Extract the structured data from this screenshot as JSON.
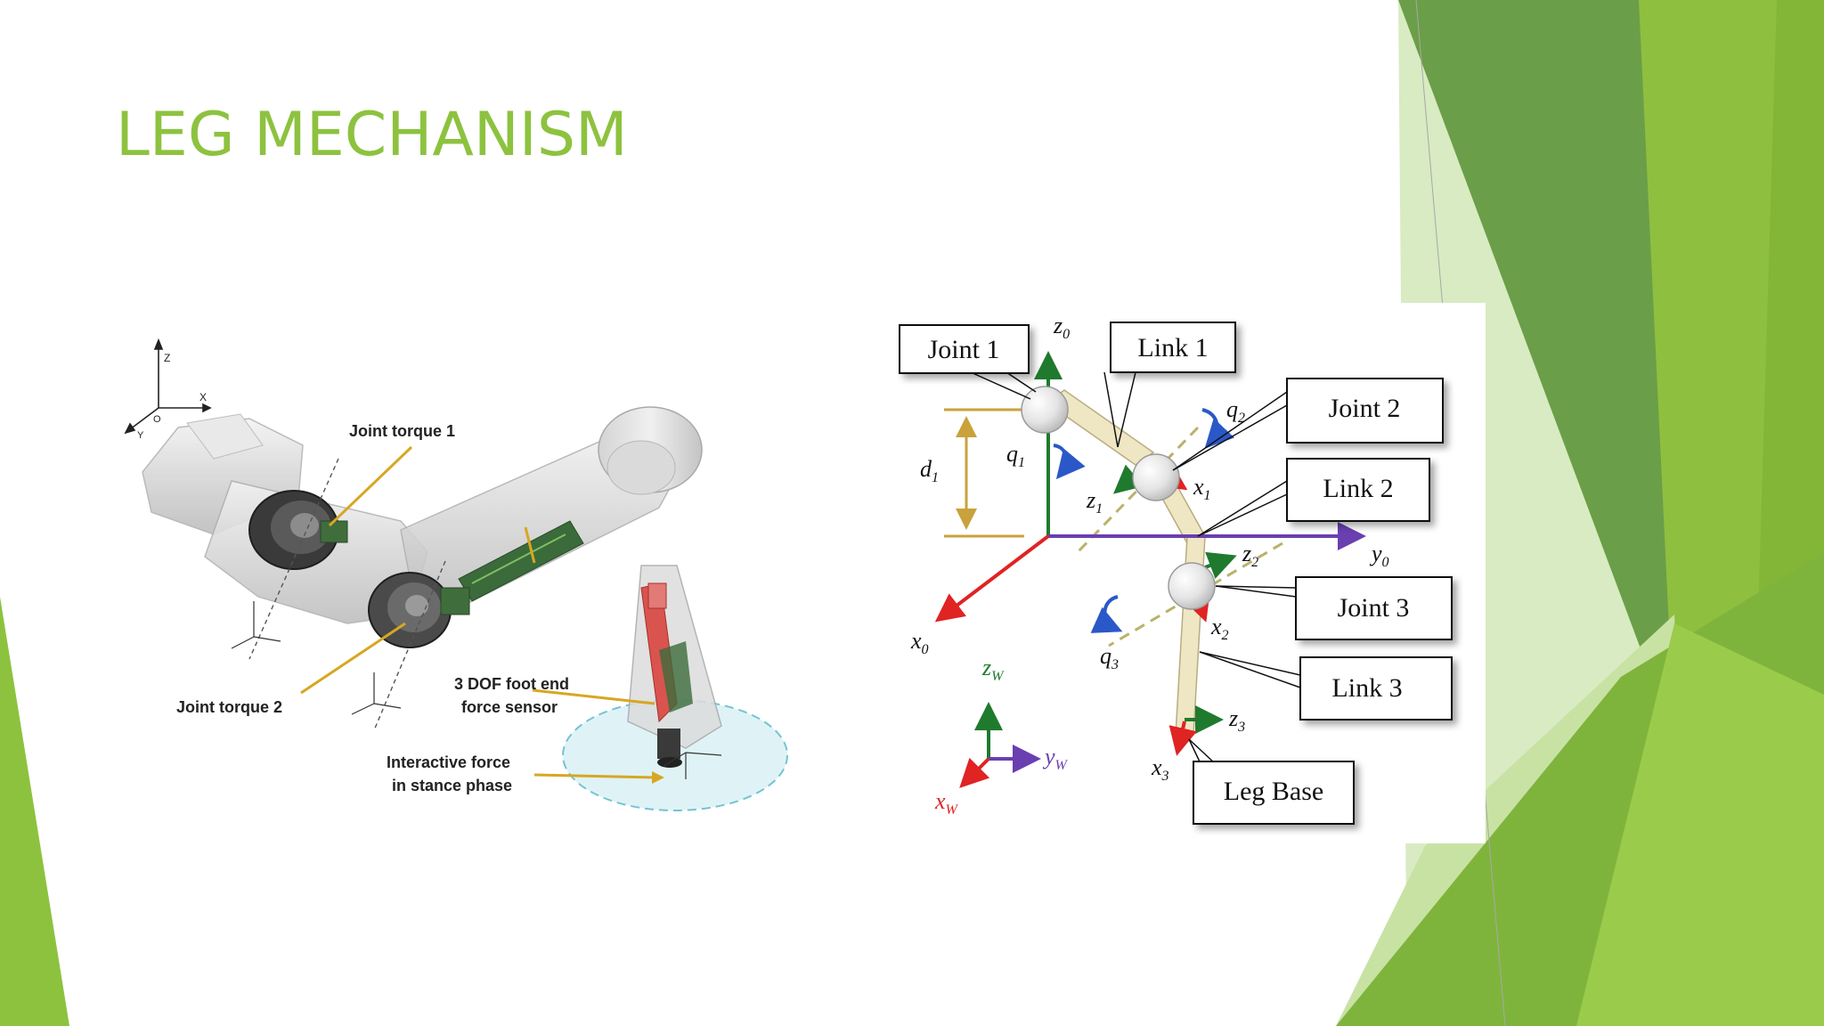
{
  "slide": {
    "title": "LEG MECHANISM"
  },
  "theme": {
    "accent": "#8dc23f",
    "dark_green": "#5f9a36",
    "mid_green": "#77b13b"
  },
  "left_figure": {
    "axis_labels": {
      "z": "Z",
      "x": "X",
      "y": "Y",
      "o": "O"
    },
    "callouts": {
      "joint_torque_1": "Joint torque 1",
      "joint_torque_2": "Joint torque 2",
      "sensor_line1": "3 DOF foot end",
      "sensor_line2": "force sensor",
      "force_line1": "Interactive force",
      "force_line2": "in stance phase"
    }
  },
  "right_figure": {
    "boxes": {
      "joint1": "Joint 1",
      "link1": "Link 1",
      "joint2": "Joint 2",
      "link2": "Link 2",
      "joint3": "Joint 3",
      "link3": "Link 3",
      "leg_base": "Leg Base"
    },
    "symbols": {
      "z0": "z",
      "z0_sub": "0",
      "y0": "y",
      "y0_sub": "0",
      "x0": "x",
      "x0_sub": "0",
      "d1": "d",
      "d1_sub": "1",
      "q1": "q",
      "q1_sub": "1",
      "q2": "q",
      "q2_sub": "2",
      "q3": "q",
      "q3_sub": "3",
      "z1": "z",
      "z1_sub": "1",
      "x1": "x",
      "x1_sub": "1",
      "z2": "z",
      "z2_sub": "2",
      "x2": "x",
      "x2_sub": "2",
      "z3": "z",
      "z3_sub": "3",
      "x3": "x",
      "x3_sub": "3",
      "zw": "z",
      "zw_sub": "W",
      "yw": "y",
      "yw_sub": "W",
      "xw": "x",
      "xw_sub": "W"
    }
  }
}
